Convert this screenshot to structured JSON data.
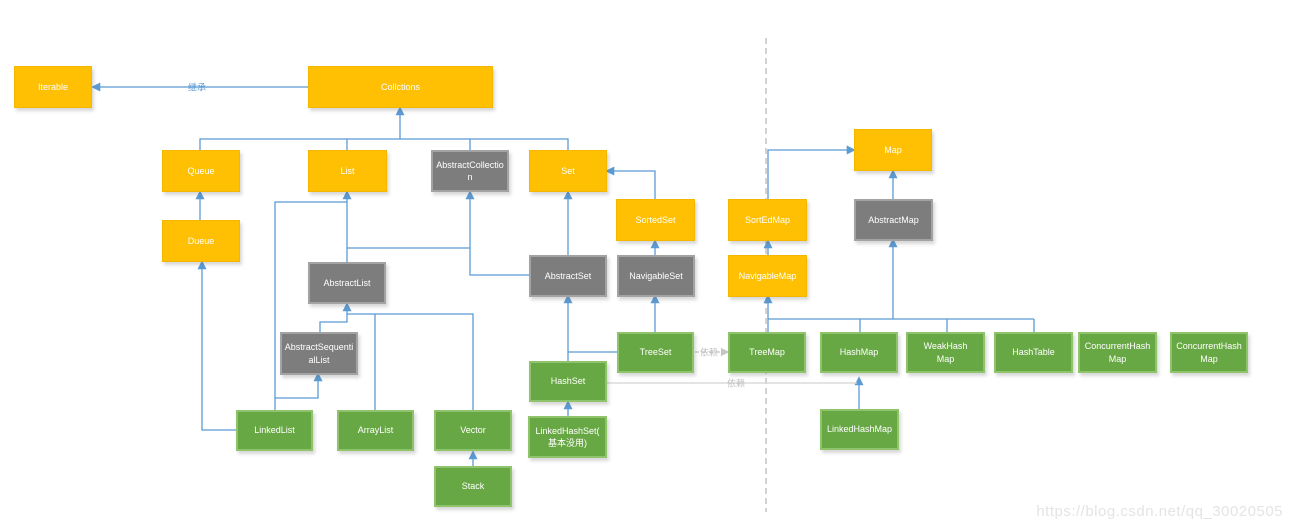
{
  "diagram": {
    "legend_colors": {
      "interface_box": "#FFC003",
      "abstract_class_box": "#7D7D7D",
      "concrete_class_box": "#68A844",
      "edge_line": "#5B9BD5",
      "dependency_line": "#C9C9C9"
    },
    "nodes": [
      {
        "id": "iterable",
        "type": "interface",
        "label": "Iterable"
      },
      {
        "id": "collections",
        "type": "interface",
        "label": "Collctions"
      },
      {
        "id": "queue",
        "type": "interface",
        "label": "Queue"
      },
      {
        "id": "list",
        "type": "interface",
        "label": "List"
      },
      {
        "id": "abstract-collection",
        "type": "abstract",
        "label": "AbstractCollectio\nn"
      },
      {
        "id": "set",
        "type": "interface",
        "label": "Set"
      },
      {
        "id": "dueue",
        "type": "interface",
        "label": "Dueue"
      },
      {
        "id": "sorted-set",
        "type": "interface",
        "label": "SortedSet"
      },
      {
        "id": "sorted-map",
        "type": "interface",
        "label": "SortEdMap"
      },
      {
        "id": "map",
        "type": "interface",
        "label": "Map"
      },
      {
        "id": "abstract-map",
        "type": "abstract",
        "label": "AbstractMap"
      },
      {
        "id": "abstract-list",
        "type": "abstract",
        "label": "AbstractList"
      },
      {
        "id": "abstract-set",
        "type": "abstract",
        "label": "AbstractSet"
      },
      {
        "id": "navigable-set",
        "type": "abstract",
        "label": "NavigableSet"
      },
      {
        "id": "navigable-map",
        "type": "interface",
        "label": "NavigableMap"
      },
      {
        "id": "abstract-sequential-list",
        "type": "abstract",
        "label": "AbstractSequenti\nalList"
      },
      {
        "id": "tree-set",
        "type": "concrete",
        "label": "TreeSet"
      },
      {
        "id": "tree-map",
        "type": "concrete",
        "label": "TreeMap"
      },
      {
        "id": "hash-map",
        "type": "concrete",
        "label": "HashMap"
      },
      {
        "id": "weak-hash-map",
        "type": "concrete",
        "label": "WeakHash\nMap"
      },
      {
        "id": "hash-table",
        "type": "concrete",
        "label": "HashTable"
      },
      {
        "id": "concurrent-hash-map-1",
        "type": "concrete",
        "label": "ConcurrentHash\nMap"
      },
      {
        "id": "concurrent-hash-map-2",
        "type": "concrete",
        "label": "ConcurrentHash\nMap"
      },
      {
        "id": "hash-set",
        "type": "concrete",
        "label": "HashSet"
      },
      {
        "id": "linked-list",
        "type": "concrete",
        "label": "LinkedList"
      },
      {
        "id": "array-list",
        "type": "concrete",
        "label": "ArrayList"
      },
      {
        "id": "vector",
        "type": "concrete",
        "label": "Vector"
      },
      {
        "id": "linked-hash-set",
        "type": "concrete",
        "label": "LinkedHashSet(\n基本没用)"
      },
      {
        "id": "stack",
        "type": "concrete",
        "label": "Stack"
      },
      {
        "id": "linked-hash-map",
        "type": "concrete",
        "label": "LinkedHashMap"
      }
    ],
    "edge_labels": {
      "inherit": "继承",
      "treeset_treemap_dependency": "依赖",
      "hashset_hashmap_dependency": "依赖"
    },
    "watermark": "https://blog.csdn.net/qq_30020505"
  }
}
